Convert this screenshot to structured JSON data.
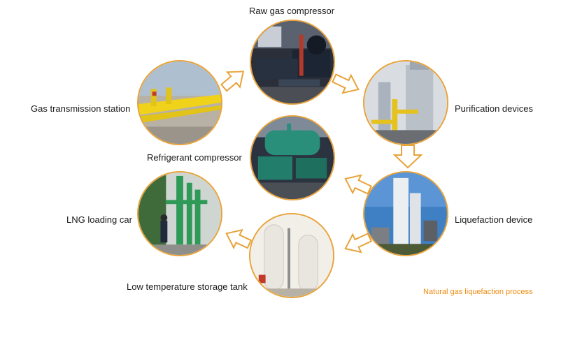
{
  "nodes": [
    {
      "id": "raw-gas-compressor",
      "label": "Raw gas compressor"
    },
    {
      "id": "purification-devices",
      "label": "Purification devices"
    },
    {
      "id": "liquefaction-device",
      "label": "Liquefaction device"
    },
    {
      "id": "low-temperature-storage-tank",
      "label": "Low temperature storage tank"
    },
    {
      "id": "lng-loading-car",
      "label": "LNG loading car"
    },
    {
      "id": "gas-transmission-station",
      "label": "Gas transmission station"
    },
    {
      "id": "refrigerant-compressor",
      "label": "Refrigerant compressor"
    }
  ],
  "caption": "Natural gas liquefaction process",
  "colors": {
    "accent": "#e8a33a",
    "caption": "#ef8a0c",
    "text": "#1a1a1a"
  },
  "icons": {
    "arrow": "hollow-block-arrow",
    "photos": "equipment-photo"
  }
}
